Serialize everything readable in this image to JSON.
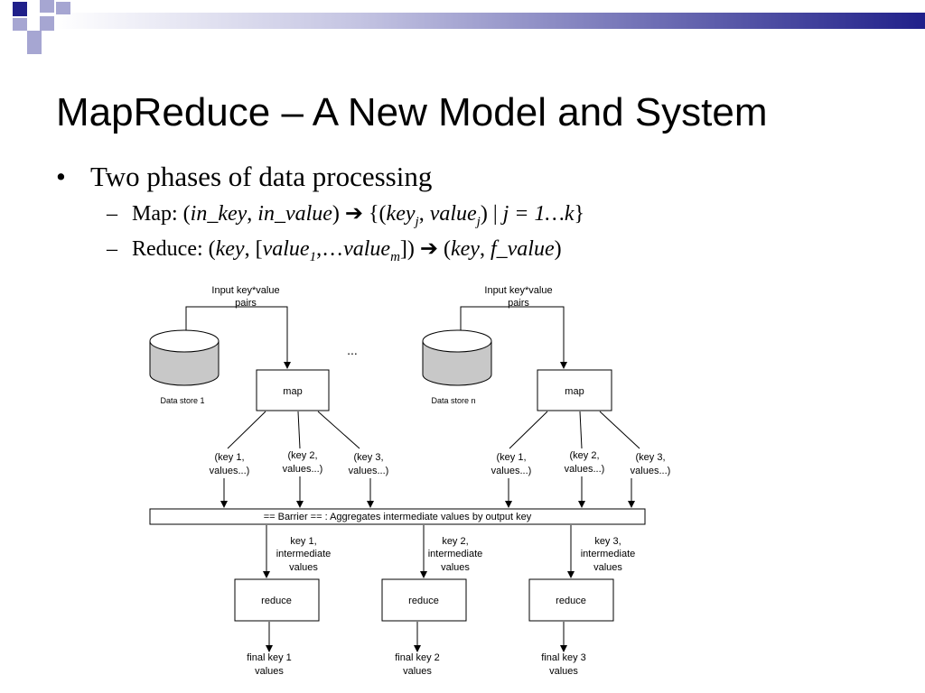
{
  "slide": {
    "title": "MapReduce – A New Model and System",
    "bullet": {
      "marker": "•",
      "text": "Two phases of data processing"
    },
    "map_line": {
      "dash": "–",
      "prefix": "Map: (",
      "in_key": "in_key",
      "comma": ", ",
      "in_value": "in_value",
      "close": ") ",
      "arrow": "➔",
      "open_set": " {(",
      "key": "key",
      "sub_j": "j",
      "comma2": ", ",
      "value": "value",
      "sub_j2": "j",
      "pipe": ") | ",
      "j_range": "j = 1…k",
      "close_set": "}"
    },
    "reduce_line": {
      "dash": "–",
      "prefix": "Reduce: (",
      "key": "key",
      "comma": ", [",
      "value": "value",
      "sub_1": "1",
      "mid": ",…",
      "value_m": "value",
      "sub_m": "m",
      "close": "]) ",
      "arrow": "➔",
      "open2": " (",
      "key2": "key",
      "comma2": ", ",
      "f_value": "f_value",
      "close2": ")"
    }
  },
  "diagram": {
    "input_label": [
      "Input key*value",
      "pairs"
    ],
    "ellipsis": "...",
    "stores": [
      "Data store 1",
      "Data store n"
    ],
    "map_label": "map",
    "pair_labels": [
      [
        "(key 1,",
        "values...)"
      ],
      [
        "(key 2,",
        "values...)"
      ],
      [
        "(key 3,",
        "values...)"
      ]
    ],
    "barrier": "== Barrier ==  : Aggregates intermediate values by output key",
    "intermediate_labels": [
      [
        "key 1,",
        "intermediate",
        "values"
      ],
      [
        "key 2,",
        "intermediate",
        "values"
      ],
      [
        "key 3,",
        "intermediate",
        "values"
      ]
    ],
    "reduce_label": "reduce",
    "final_labels": [
      [
        "final key 1",
        "values"
      ],
      [
        "final key 2",
        "values"
      ],
      [
        "final key 3",
        "values"
      ]
    ]
  },
  "colors": {
    "deco_dark": "#20208a",
    "deco_light": "#a6a6d2",
    "line": "#000000"
  }
}
